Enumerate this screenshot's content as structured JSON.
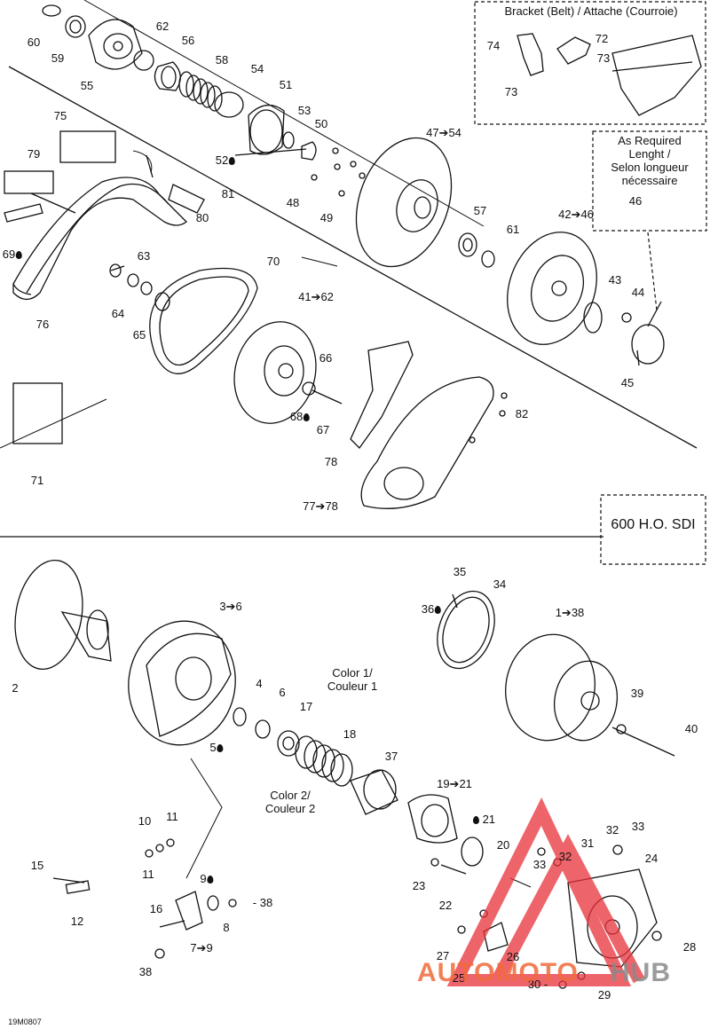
{
  "labels": {
    "l60": "60",
    "l59": "59",
    "l55": "55",
    "l62": "62",
    "l56": "56",
    "l58": "58",
    "l54": "54",
    "l51": "51",
    "l53": "53",
    "l50": "50",
    "l52": "52",
    "l75": "75",
    "l79": "79",
    "l69": "69",
    "l76": "76",
    "l63": "63",
    "l64": "64",
    "l65": "65",
    "l80": "80",
    "l81": "81",
    "l48": "48",
    "l49": "49",
    "l4754": "47➔54",
    "l57": "57",
    "l61": "61",
    "l4246": "42➔46",
    "l43": "43",
    "l44": "44",
    "l45": "45",
    "l46": "46",
    "l70": "70",
    "l4162": "41➔62",
    "l66": "66",
    "l67": "67",
    "l68": "68",
    "l71": "71",
    "l78": "78",
    "l82": "82",
    "l7778": "77➔78",
    "l74": "74",
    "l72": "72",
    "l73a": "73",
    "l73b": "73",
    "l2": "2",
    "l36": "3➔6",
    "l4": "4",
    "l6": "6",
    "l17": "17",
    "l5": "5",
    "l18": "18",
    "l37": "37",
    "l1921": "19➔21",
    "l21": "21",
    "l20": "20",
    "l35": "35",
    "l34": "34",
    "l36b": "36",
    "l138": "1➔38",
    "l39": "39",
    "l40": "40",
    "l10": "10",
    "l11a": "11",
    "l11b": "11",
    "l15": "15",
    "l12": "12",
    "l9": "9",
    "l38a": "38",
    "l8": "8",
    "l16": "16",
    "l79b": "7➔9",
    "l38b": "38",
    "l23": "23",
    "l22": "22",
    "l33a": "33",
    "l32a": "32",
    "l31": "31",
    "l32b": "32",
    "l33b": "33",
    "l24": "24",
    "l27": "27",
    "l26": "26",
    "l25": "25",
    "l28": "28",
    "l30": "30",
    "l29": "29"
  },
  "boxes": {
    "bracket_title": "Bracket (Belt) / Attache (Courroie)",
    "as_required_line1": "As Required",
    "as_required_line2": "Lenght /",
    "as_required_line3": "Selon longueur",
    "as_required_line4": "nécessaire",
    "model": "600 H.O. SDI"
  },
  "color_notes": {
    "color1_line1": "Color 1/",
    "color1_line2": "Couleur 1",
    "color2_line1": "Color 2/",
    "color2_line2": "Couleur 2"
  },
  "drawing_code": "19M0807",
  "watermark": {
    "word_a": "AUTOMOTO",
    "word_b": "HUB",
    "color_a": "#f06a3a",
    "color_b": "#8a8a8a",
    "triangle_color": "#e8323a"
  }
}
